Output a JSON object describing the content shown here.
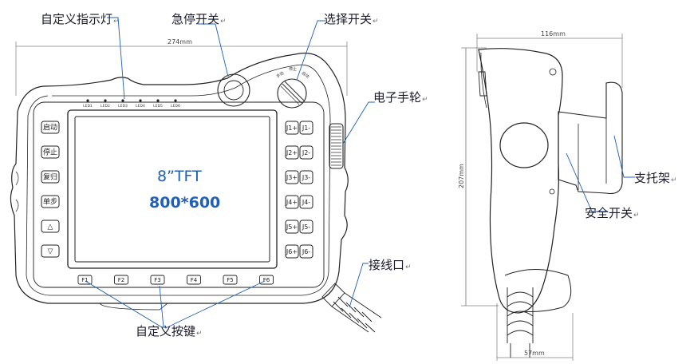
{
  "callouts": {
    "led": "自定义指示灯",
    "estop": "急停开关",
    "selector": "选择开关",
    "handwheel": "电子手轮",
    "support": "支托架",
    "safety": "安全开关",
    "cable_port": "接线口",
    "custom_keys": "自定义按键",
    "return_mark": "↵"
  },
  "dimensions": {
    "front_width": "274mm",
    "side_width": "116mm",
    "height": "207mm",
    "base_width": "57mm"
  },
  "screen": {
    "size": "8”TFT",
    "resolution": "800*600"
  },
  "led_labels": [
    "LED1",
    "LED2",
    "LED3",
    "LED4",
    "LED5",
    "LED6"
  ],
  "selector_labels": [
    "手动",
    "停止",
    "自动"
  ],
  "left_buttons": [
    "启动",
    "停止",
    "复归",
    "单步",
    "△",
    "▽"
  ],
  "jog_buttons": [
    [
      "J1+",
      "J1-"
    ],
    [
      "J2+",
      "J2-"
    ],
    [
      "J3+",
      "J3-"
    ],
    [
      "J4+",
      "J4-"
    ],
    [
      "J5+",
      "J5-"
    ],
    [
      "J6+",
      "J6-"
    ]
  ],
  "function_keys": [
    "F1",
    "F2",
    "F3",
    "F4",
    "F5",
    "F6"
  ]
}
